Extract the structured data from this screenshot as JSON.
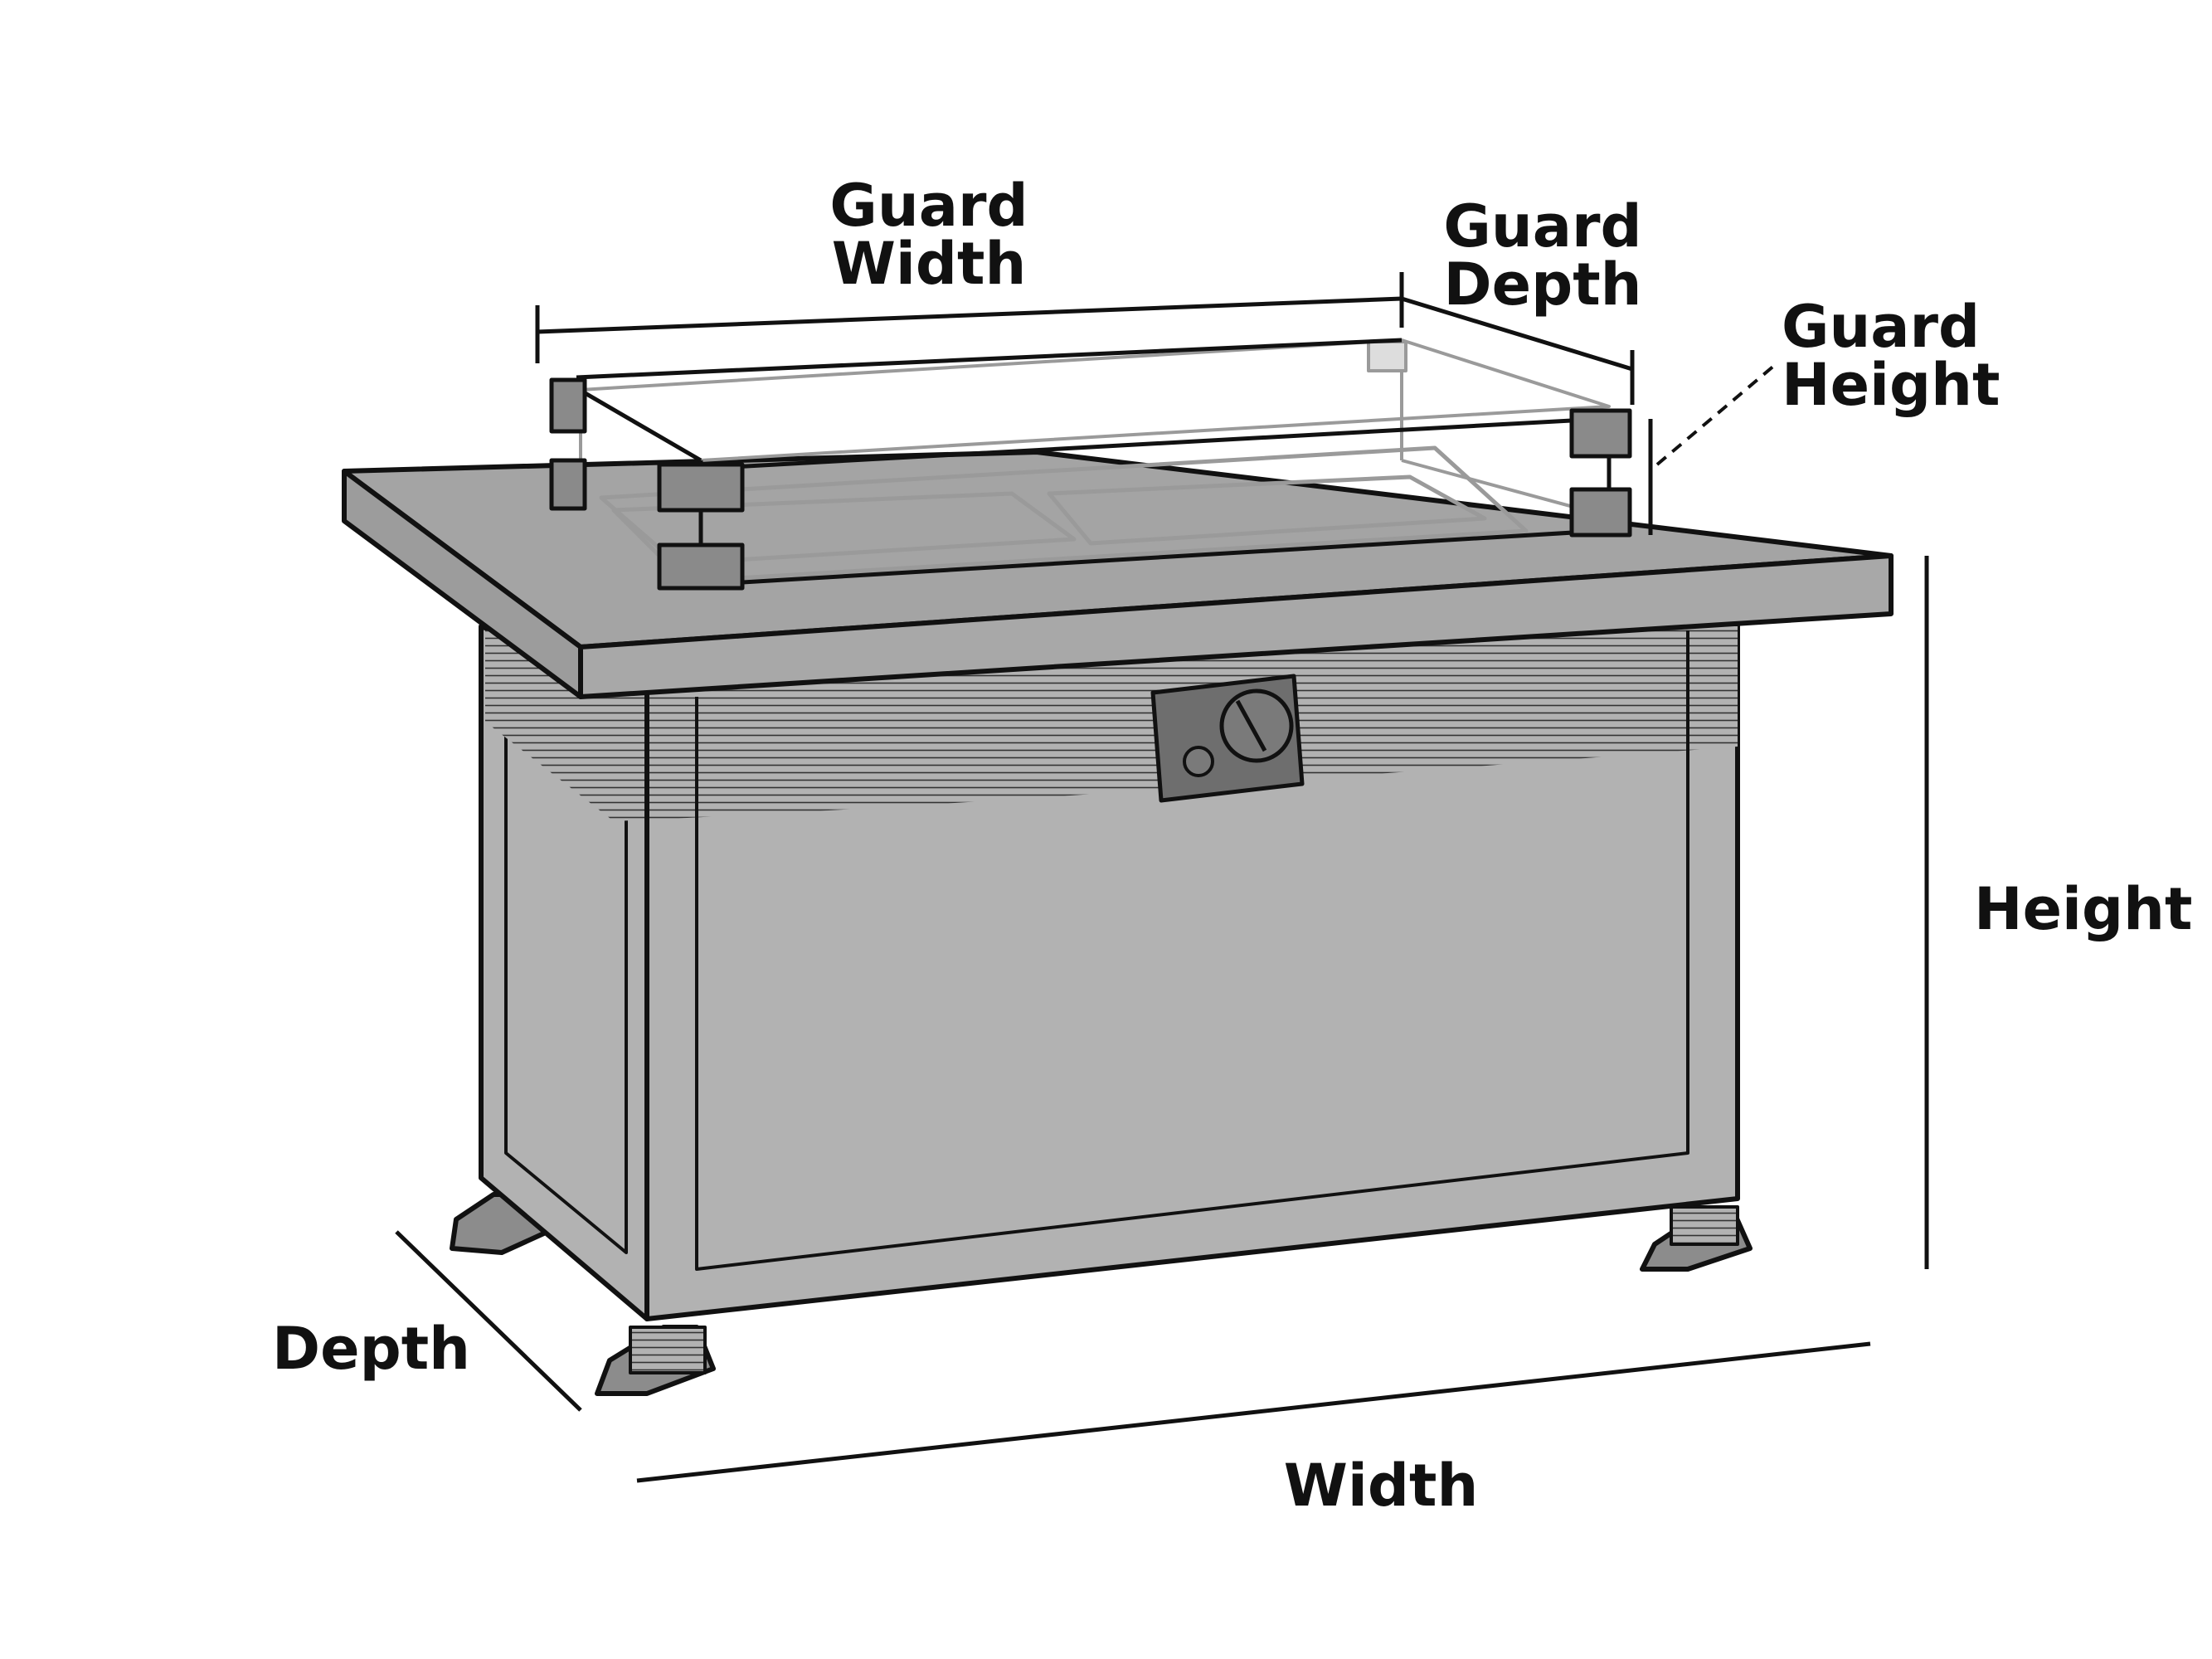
{
  "labels": {
    "guard_width": [
      "Guard",
      "Width"
    ],
    "guard_depth": [
      "Guard",
      "Depth"
    ],
    "guard_height": [
      "Guard",
      "Height"
    ],
    "height": "Height",
    "depth": "Depth",
    "width": "Width"
  },
  "colors": {
    "line": "#111111",
    "top_fill": "#a4a4a4",
    "body_fill": "#b2b2b2",
    "glass_line": "#9a9a9a",
    "background": "#ffffff"
  }
}
